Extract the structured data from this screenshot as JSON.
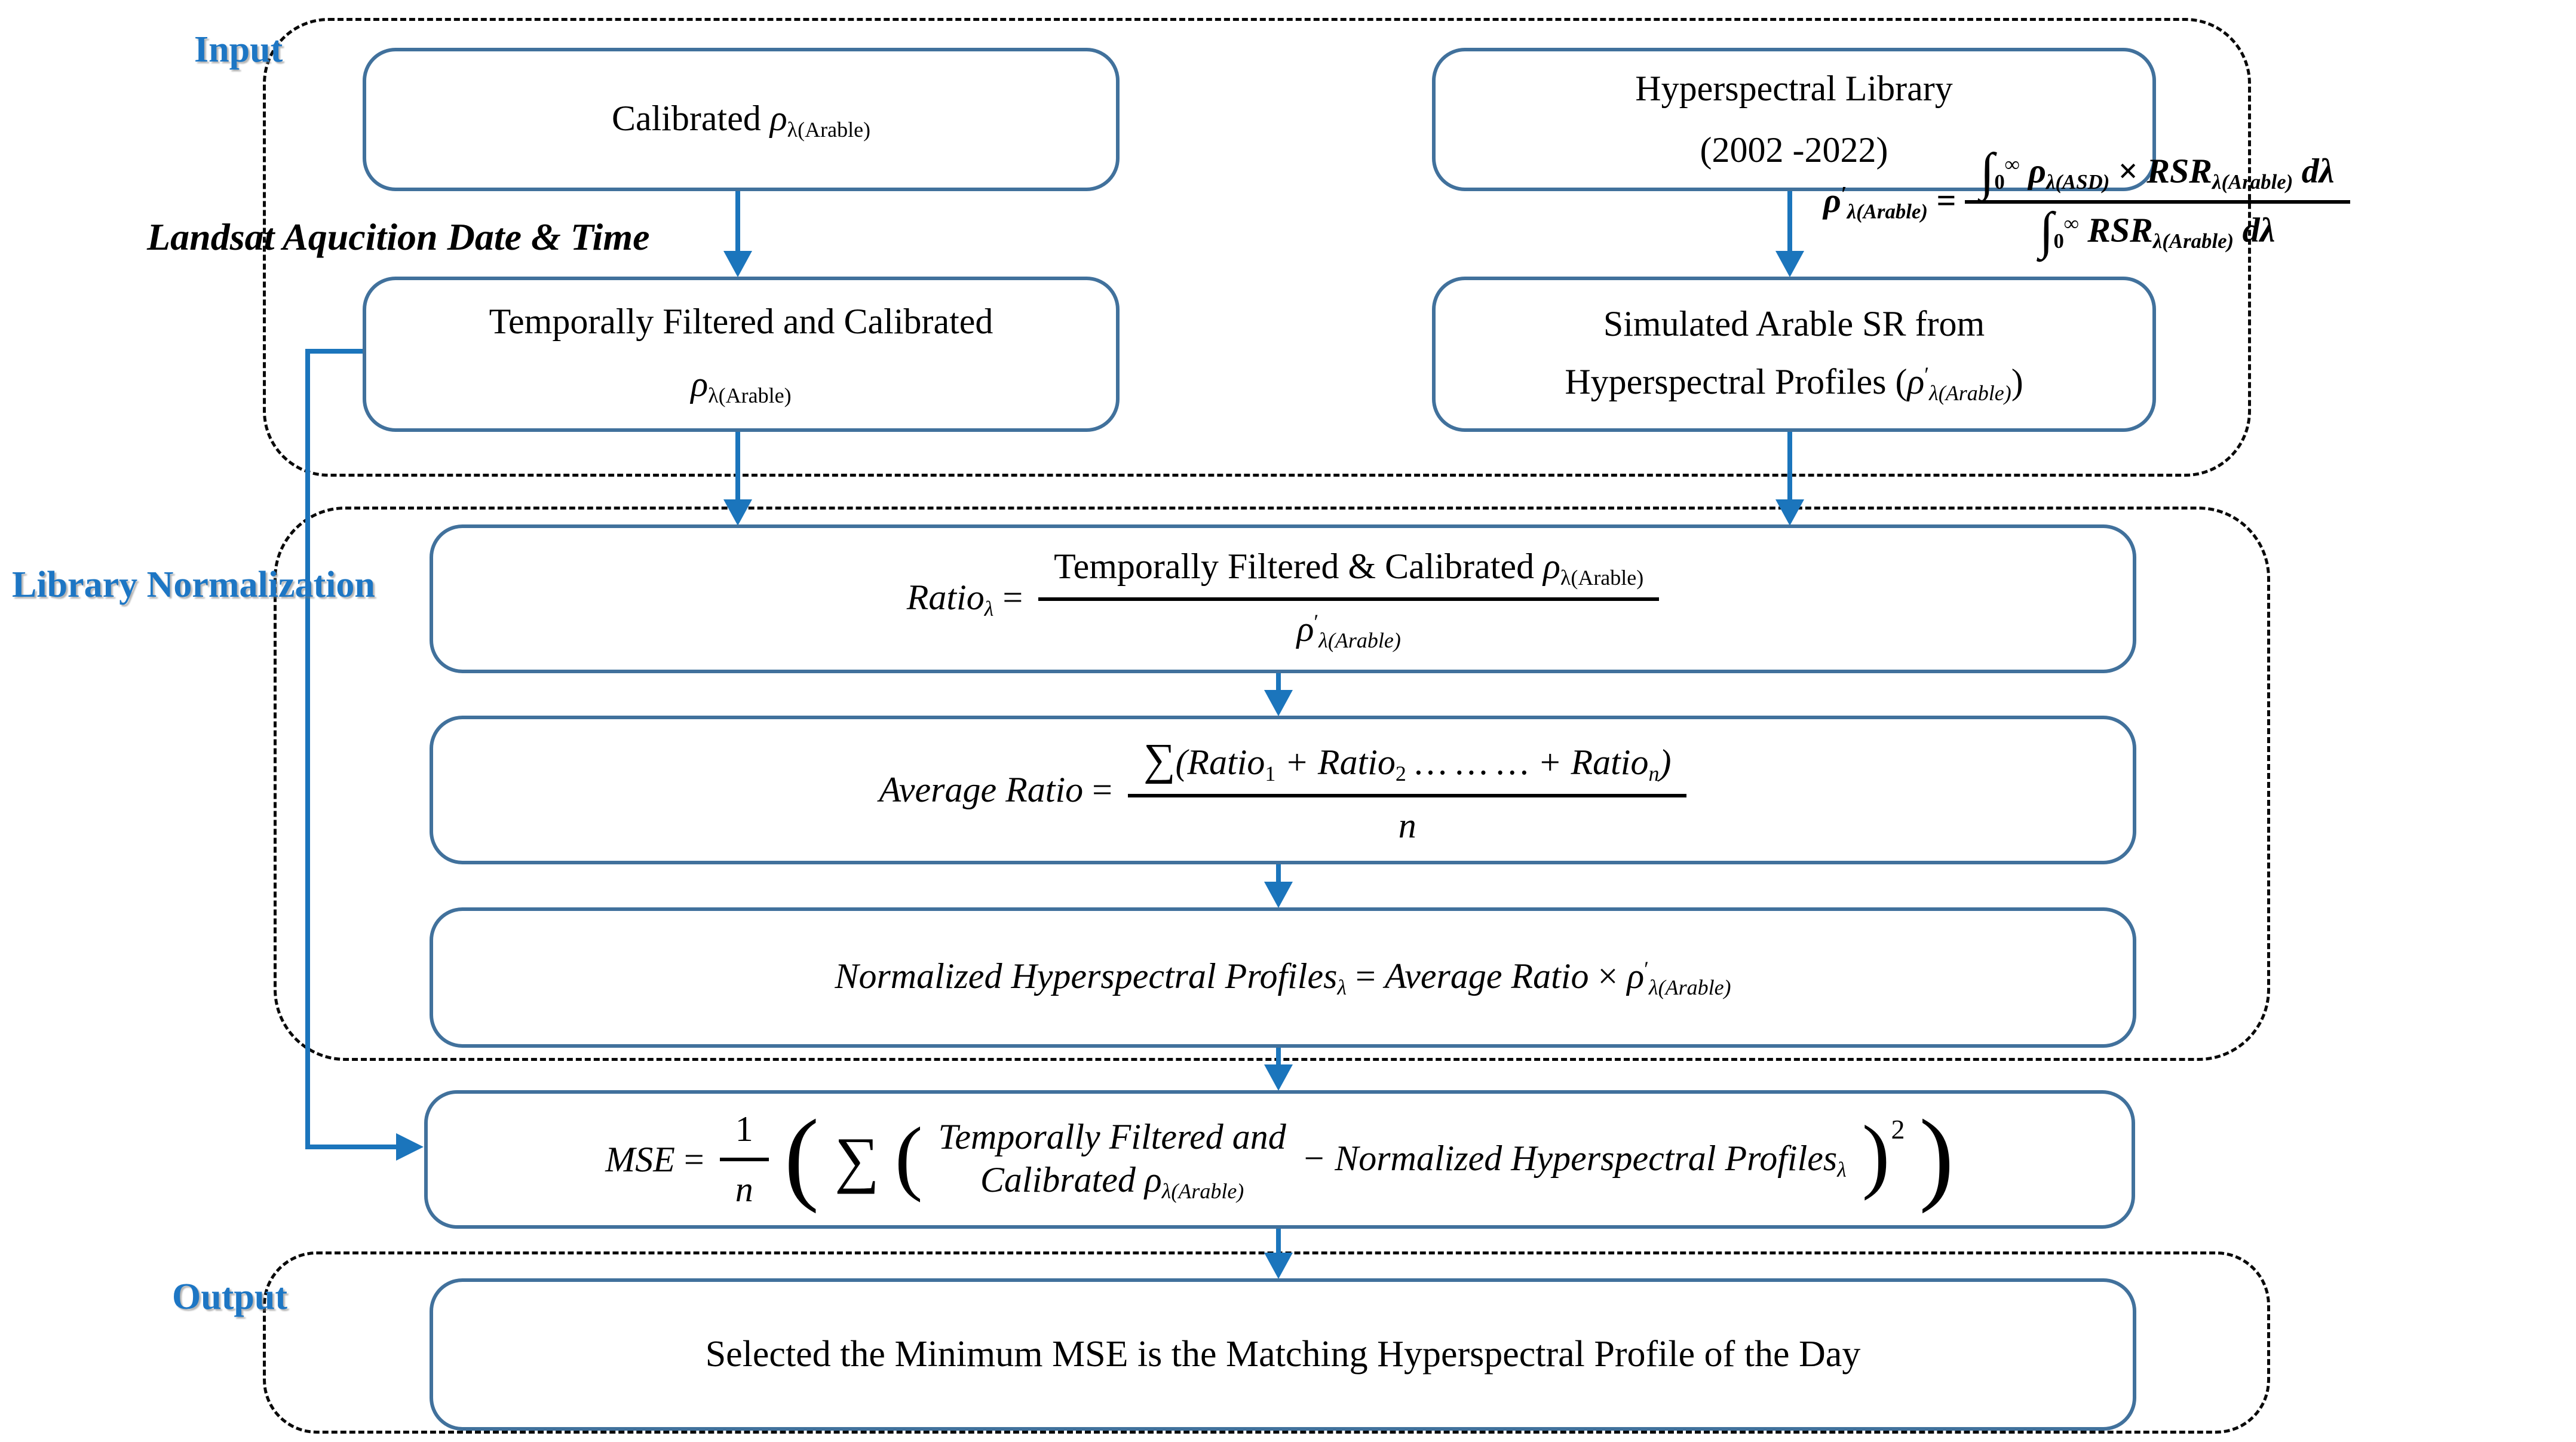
{
  "colors": {
    "arrow_blue": "#1b75bc",
    "box_border_blue": "#41719c",
    "section_label_blue": "#1d76c4",
    "dash_black": "#0a0a0a"
  },
  "labels": {
    "input": "Input",
    "library_normalization": "Library Normalization",
    "output": "Output"
  },
  "landsat_note": {
    "tokens": [
      {
        "t": "Landsat Aqucition Date & Time",
        "c": "bi"
      }
    ]
  },
  "rsr_equation": {
    "lhs": [
      {
        "t": "ρ",
        "c": "bi"
      },
      {
        "t": "′",
        "c": "sup b"
      },
      {
        "t": "λ(Arable)",
        "c": "sub bi"
      },
      {
        "t": " = ",
        "c": "b"
      }
    ],
    "numerator": [
      {
        "t": "∫",
        "c": "int b"
      },
      {
        "t": "0",
        "c": "sub b"
      },
      {
        "t": "∞",
        "c": "sup b"
      },
      {
        "t": " ρ",
        "c": "bi"
      },
      {
        "t": "λ(ASD)",
        "c": "sub bi"
      },
      {
        "t": " × ",
        "c": "b"
      },
      {
        "t": "RSR",
        "c": "bi"
      },
      {
        "t": "λ(Arable)",
        "c": "sub bi"
      },
      {
        "t": " dλ",
        "c": "bi"
      }
    ],
    "denominator": [
      {
        "t": "∫",
        "c": "int b"
      },
      {
        "t": "0",
        "c": "sub b"
      },
      {
        "t": "∞",
        "c": "sup b"
      },
      {
        "t": " RSR",
        "c": "bi"
      },
      {
        "t": "λ(Arable)",
        "c": "sub bi"
      },
      {
        "t": " dλ",
        "c": "bi"
      }
    ]
  },
  "boxes": {
    "calibrated": {
      "tokens": [
        {
          "t": "Calibrated  ",
          "c": "rm"
        },
        {
          "t": "ρ",
          "c": "it"
        },
        {
          "t": "λ(Arable)",
          "c": "sub"
        }
      ]
    },
    "hyperspectral_library": {
      "line1": "Hyperspectral Library",
      "line2": "(2002 -2022)"
    },
    "temporally_filtered": {
      "line1_tokens": [
        {
          "t": "Temporally Filtered and Calibrated",
          "c": "rm"
        }
      ],
      "line2_tokens": [
        {
          "t": "ρ",
          "c": "it"
        },
        {
          "t": "λ(Arable)",
          "c": "sub"
        }
      ]
    },
    "simulated": {
      "line1_tokens": [
        {
          "t": "Simulated Arable SR from",
          "c": "rm"
        }
      ],
      "line2_tokens": [
        {
          "t": "Hyperspectral Profiles (",
          "c": "rm"
        },
        {
          "t": "ρ",
          "c": "it"
        },
        {
          "t": "′",
          "c": "sup"
        },
        {
          "t": "λ(Arable)",
          "c": "sub it"
        },
        {
          "t": ")",
          "c": "rm"
        }
      ]
    },
    "ratio": {
      "lhs": [
        {
          "t": "Ratio",
          "c": "it"
        },
        {
          "t": "λ",
          "c": "sub it"
        },
        {
          "t": " = ",
          "c": "rm"
        }
      ],
      "numerator": [
        {
          "t": "Temporally Filtered & Calibrated  ",
          "c": "rm"
        },
        {
          "t": "ρ",
          "c": "it"
        },
        {
          "t": "λ(Arable)",
          "c": "sub"
        }
      ],
      "denominator": [
        {
          "t": "ρ",
          "c": "it"
        },
        {
          "t": "′",
          "c": "sup"
        },
        {
          "t": "λ(Arable)",
          "c": "sub it"
        }
      ]
    },
    "average_ratio": {
      "lhs": [
        {
          "t": "Average Ratio",
          "c": "it"
        },
        {
          "t": " = ",
          "c": "rm"
        }
      ],
      "numerator": [
        {
          "t": "∑",
          "c": "rm sig"
        },
        {
          "t": "(",
          "c": "it"
        },
        {
          "t": "Ratio",
          "c": "it"
        },
        {
          "t": "1",
          "c": "sub"
        },
        {
          "t": " + ",
          "c": "it"
        },
        {
          "t": "Ratio",
          "c": "it"
        },
        {
          "t": "2",
          "c": "sub"
        },
        {
          "t": " … … … + ",
          "c": "it"
        },
        {
          "t": "Ratio",
          "c": "it"
        },
        {
          "t": "n",
          "c": "sub it"
        },
        {
          "t": ")",
          "c": "it"
        }
      ],
      "denominator": [
        {
          "t": "n",
          "c": "it"
        }
      ]
    },
    "normalized": {
      "tokens": [
        {
          "t": "Normalized Hyperspectral Profiles",
          "c": "it"
        },
        {
          "t": "λ",
          "c": "sub it"
        },
        {
          "t": " = ",
          "c": "rm"
        },
        {
          "t": "Average Ratio ",
          "c": "it"
        },
        {
          "t": "× ",
          "c": "rm"
        },
        {
          "t": "ρ",
          "c": "it"
        },
        {
          "t": "′",
          "c": "sup"
        },
        {
          "t": "λ(Arable)",
          "c": "sub it"
        }
      ]
    },
    "mse": {
      "lhs": [
        {
          "t": "MSE",
          "c": "it"
        },
        {
          "t": " = ",
          "c": "rm"
        }
      ],
      "frac_num": "1",
      "frac_den": "n",
      "open_outer": "(",
      "sigma": "∑",
      "open_inner": "(",
      "stack_line1": [
        {
          "t": "Temporally Filtered and",
          "c": "it"
        }
      ],
      "stack_line2": [
        {
          "t": "Calibrated ",
          "c": "it"
        },
        {
          "t": "ρ",
          "c": "it"
        },
        {
          "t": "λ(Arable)",
          "c": "sub it"
        }
      ],
      "rest": [
        {
          "t": "− Normalized Hyperspectral Profiles",
          "c": "it"
        },
        {
          "t": "λ",
          "c": "sub it"
        }
      ],
      "close_inner": ")",
      "exp": "2",
      "close_outer": ")"
    },
    "selected": {
      "text": "Selected the Minimum MSE is the Matching Hyperspectral Profile of the Day"
    }
  }
}
